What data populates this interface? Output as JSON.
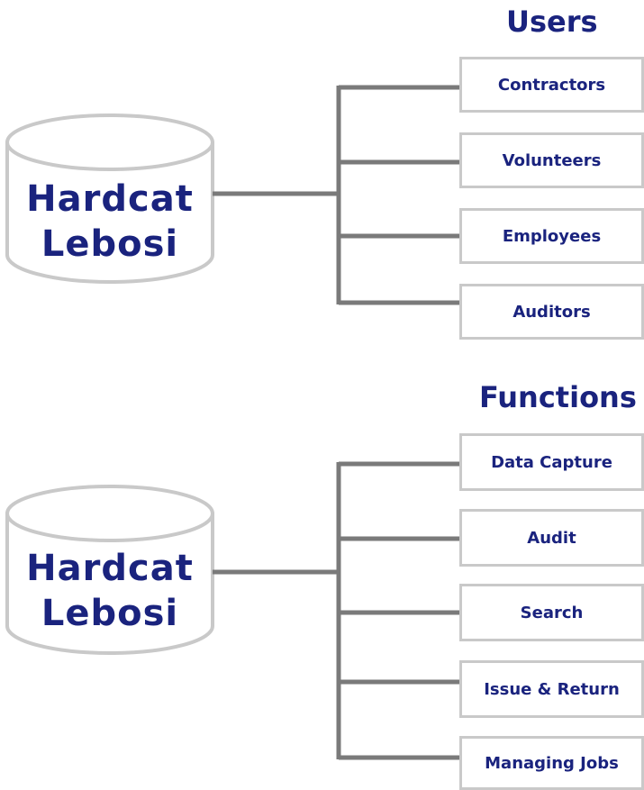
{
  "users_section": {
    "heading": "Users",
    "database": {
      "line1": "Hardcat",
      "line2": "Lebosi"
    },
    "items": [
      "Contractors",
      "Volunteers",
      "Employees",
      "Auditors"
    ]
  },
  "functions_section": {
    "heading": "Functions",
    "database": {
      "line1": "Hardcat",
      "line2": "Lebosi"
    },
    "items": [
      "Data Capture",
      "Audit",
      "Search",
      "Issue & Return",
      "Managing Jobs"
    ]
  },
  "colors": {
    "text": "#1a237e",
    "connector": "#7a7a7a",
    "box_border": "#c9c9c9",
    "cylinder_stroke": "#c9c9c9"
  }
}
